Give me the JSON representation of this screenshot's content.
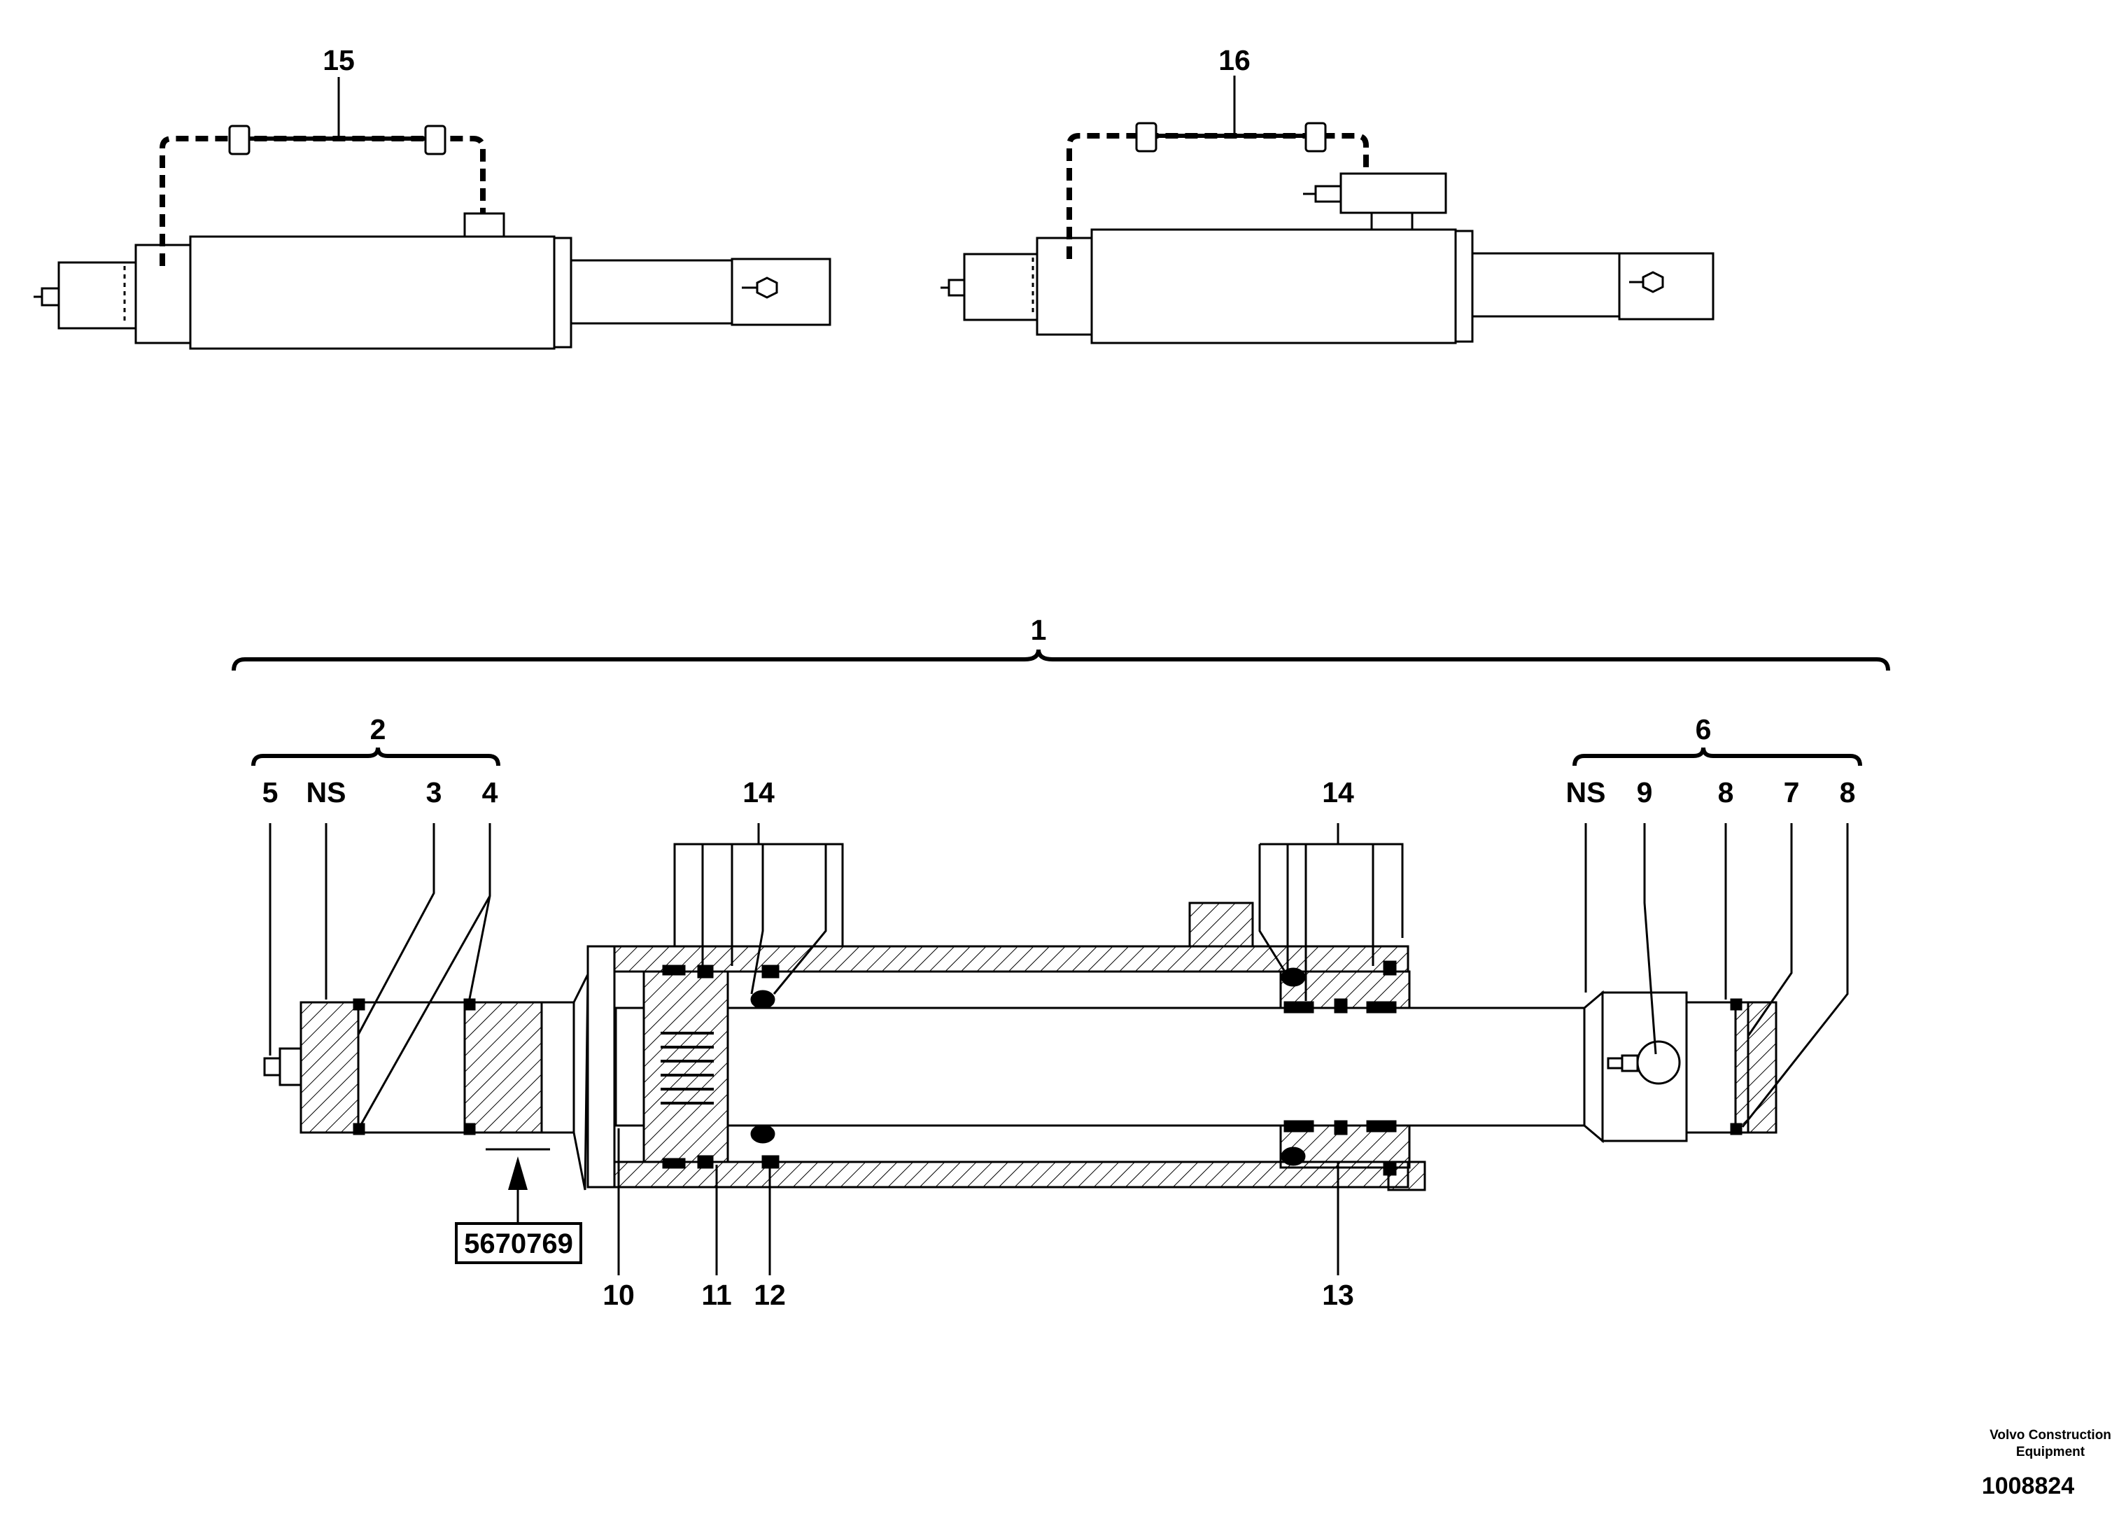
{
  "callouts": {
    "c15": "15",
    "c16": "16",
    "c1": "1",
    "c2": "2",
    "c6": "6",
    "c5": "5",
    "ns_left": "NS",
    "c3": "3",
    "c4": "4",
    "c14_left": "14",
    "c14_right": "14",
    "ns_right": "NS",
    "c9": "9",
    "c8_a": "8",
    "c7": "7",
    "c8_b": "8",
    "c10": "10",
    "c11": "11",
    "c12": "12",
    "c13": "13"
  },
  "reference_part": "5670769",
  "footer": {
    "brand_line1": "Volvo Construction",
    "brand_line2": "Equipment",
    "doc_number": "1008824"
  },
  "colors": {
    "ink": "#000000",
    "paper": "#ffffff"
  }
}
